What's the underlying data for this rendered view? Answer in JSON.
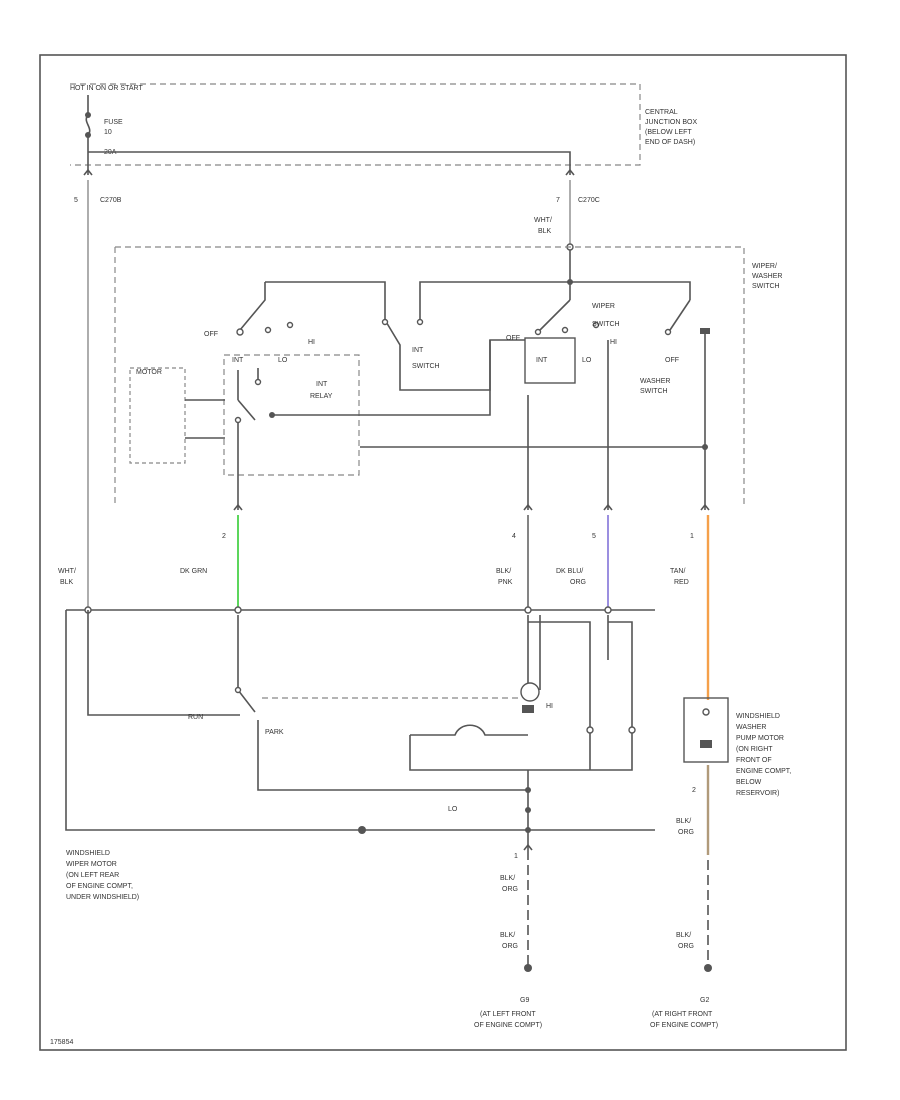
{
  "diagram_id": "175854",
  "power": {
    "source": "HOT IN ON OR START",
    "fuse": [
      "FUSE",
      "10",
      "20A"
    ],
    "box": [
      "CENTRAL",
      "JUNCTION BOX",
      "(BELOW LEFT",
      "END OF DASH)"
    ],
    "conn_left_pin": "5",
    "conn_left": "C270B",
    "conn_right_pin": "7",
    "conn_right": "C270C"
  },
  "switch_block": {
    "title": [
      "WIPER/",
      "WASHER",
      "SWITCH"
    ],
    "motor_label": "MOTOR",
    "relay_label": [
      "INT",
      "RELAY"
    ],
    "int_switch_label": [
      "INT",
      "SWITCH"
    ],
    "wiper_switch_label": [
      "WIPER",
      "SWITCH"
    ],
    "washer_switch_label": [
      "WASHER",
      "SWITCH"
    ],
    "positions": {
      "off_left": "OFF",
      "int": "INT",
      "lo_left": "LO",
      "hi_left": "HI",
      "off_mid": "OFF",
      "int_mid": "INT",
      "lo_mid": "LO",
      "hi_mid": "HI",
      "off_right": "OFF"
    }
  },
  "wires": [
    {
      "pin": "",
      "color": [
        "WHT/",
        "BLK"
      ],
      "id": "w-feed"
    },
    {
      "pin": "2",
      "color": [
        "DK GRN"
      ],
      "id": "w-2",
      "hex": "#5cd65c"
    },
    {
      "pin": "4",
      "color": [
        "BLK/",
        "PNK"
      ],
      "id": "w-4"
    },
    {
      "pin": "5",
      "color": [
        "DK BLU/",
        "ORG"
      ],
      "id": "w-5",
      "hex": "#9b8fe0"
    },
    {
      "pin": "1",
      "color": [
        "TAN/",
        "RED"
      ],
      "id": "w-1",
      "hex": "#f5a04a"
    }
  ],
  "top_wire_label": [
    "WHT/",
    "BLK"
  ],
  "motor": {
    "label": [
      "WINDSHIELD",
      "WIPER MOTOR",
      "(ON LEFT REAR",
      "OF ENGINE COMPT,",
      "UNDER WINDSHIELD)"
    ],
    "park_label": "PARK",
    "run_label": "RUN",
    "hi_label": "HI",
    "lo_label": "LO",
    "pin": "1"
  },
  "pump": {
    "label": [
      "WINDSHIELD",
      "WASHER",
      "PUMP MOTOR",
      "(ON RIGHT",
      "FRONT OF",
      "ENGINE COMPT,",
      "BELOW",
      "RESERVOIR)"
    ],
    "pin": "2",
    "color": [
      "BLK/",
      "ORG"
    ],
    "hex": "#b09a7a"
  },
  "grounds": [
    {
      "id": "G9",
      "color_1": [
        "BLK/",
        "ORG"
      ],
      "color_2": [
        "BLK/",
        "ORG"
      ],
      "location": [
        "(AT LEFT FRONT",
        "OF ENGINE COMPT)"
      ]
    },
    {
      "id": "G2",
      "color_1": [
        "BLK/",
        "ORG"
      ],
      "location": [
        "(AT RIGHT FRONT",
        "OF ENGINE COMPT)"
      ]
    }
  ]
}
